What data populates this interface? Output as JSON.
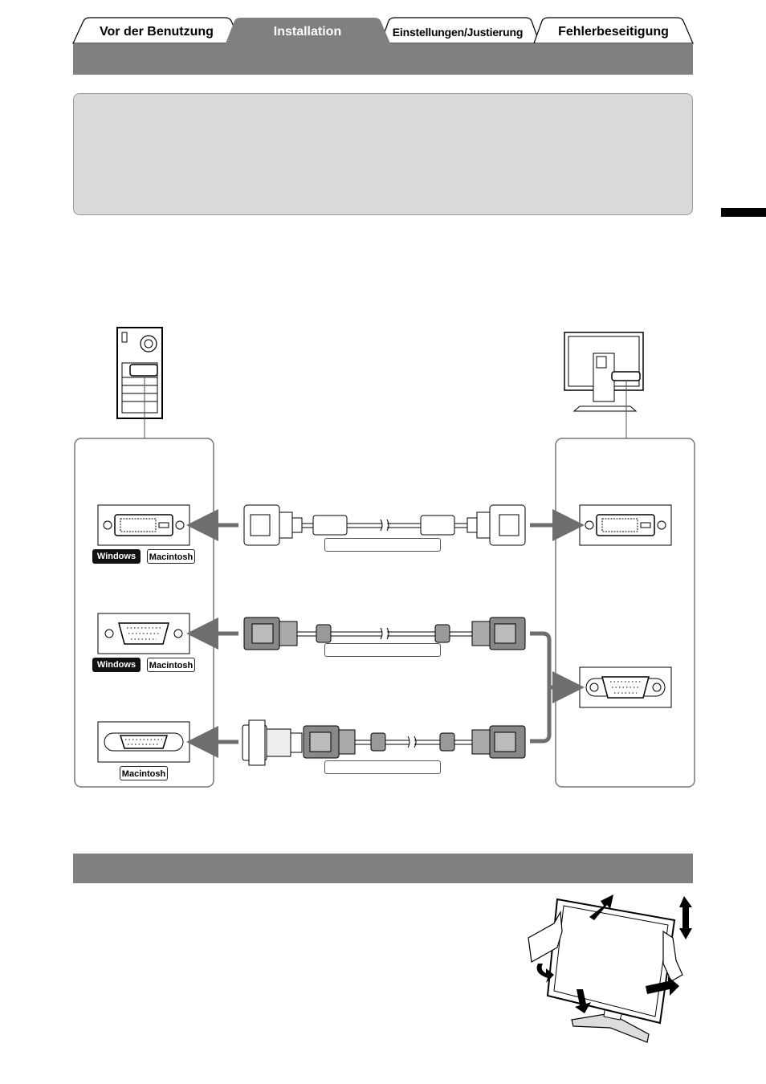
{
  "tabs": [
    {
      "label": "Vor der Benutzung",
      "active": false
    },
    {
      "label": "Installation",
      "active": true
    },
    {
      "label": "Einstellungen/Justierung",
      "active": false
    },
    {
      "label": "Fehlerbeseitigung",
      "active": false
    }
  ],
  "os_badges": {
    "windows": "Windows",
    "macintosh": "Macintosh"
  },
  "colors": {
    "header_bar": "#808080",
    "note_box": "#d9d9d9",
    "arrow": "#6e6e6e",
    "active_tab": "#808080"
  },
  "icons": [
    "pc-tower-icon",
    "monitor-icon",
    "dvi-port-icon",
    "vga-port-icon",
    "mac-port-icon",
    "cable-icon",
    "adjust-monitor-icon"
  ]
}
